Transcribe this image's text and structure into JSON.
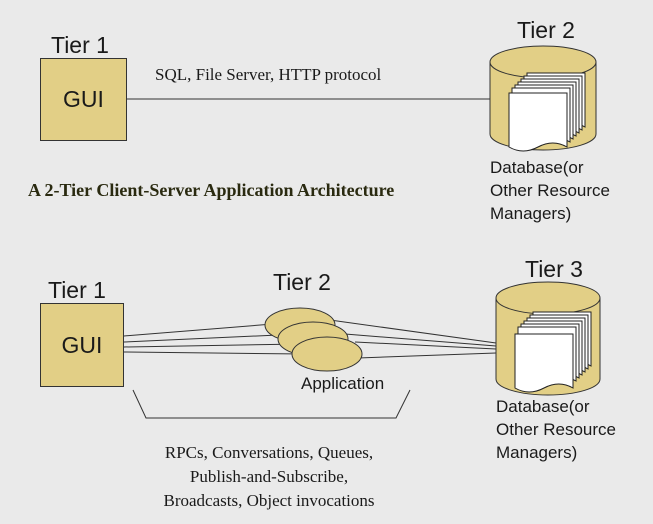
{
  "top_diagram": {
    "tier1_label": "Tier 1",
    "gui_label": "GUI",
    "tier2_label": "Tier 2",
    "protocol_label": "SQL, File Server, HTTP protocol",
    "database_label": "Database(or\nOther Resource\nManagers)",
    "caption": "A 2-Tier Client-Server Application Architecture"
  },
  "bottom_diagram": {
    "tier1_label": "Tier 1",
    "gui_label": "GUI",
    "tier2_label": "Tier 2",
    "application_label": "Application",
    "tier3_label": "Tier 3",
    "database_label": "Database(or\nOther Resource\nManagers)",
    "communication_label": "RPCs, Conversations, Queues,\nPublish-and-Subscribe,\nBroadcasts, Object invocations"
  },
  "colors": {
    "fill": "#e2cf86",
    "background": "#eaeaea",
    "stroke": "#333333"
  }
}
